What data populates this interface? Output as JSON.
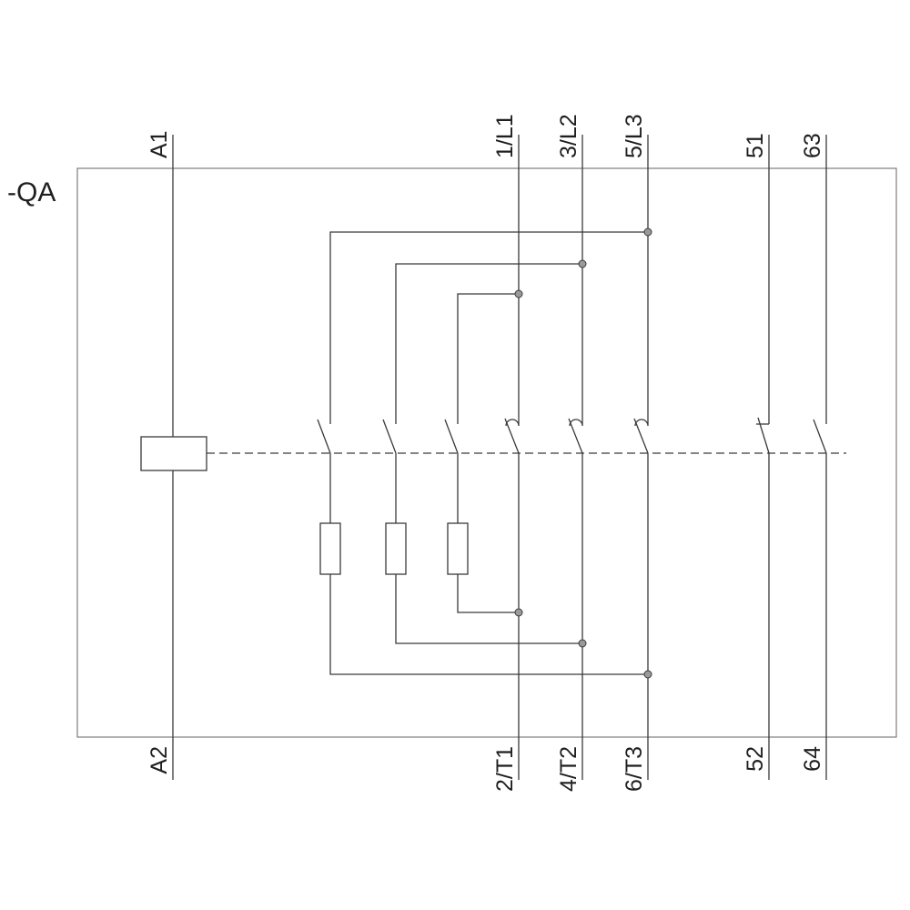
{
  "designation": "-QA",
  "terminals": {
    "top": [
      {
        "label": "A1"
      },
      {
        "label": "1/L1"
      },
      {
        "label": "3/L2"
      },
      {
        "label": "5/L3"
      },
      {
        "label": "51"
      },
      {
        "label": "63"
      }
    ],
    "bottom": [
      {
        "label": "A2"
      },
      {
        "label": "2/T1"
      },
      {
        "label": "4/T2"
      },
      {
        "label": "6/T3"
      },
      {
        "label": "52"
      },
      {
        "label": "64"
      }
    ]
  },
  "colors": {
    "background": "#ffffff",
    "line": "#3a3a3a",
    "enclosure": "#7d7d7d",
    "text": "#1f1f1f",
    "node-fill": "#9a9a9a"
  }
}
